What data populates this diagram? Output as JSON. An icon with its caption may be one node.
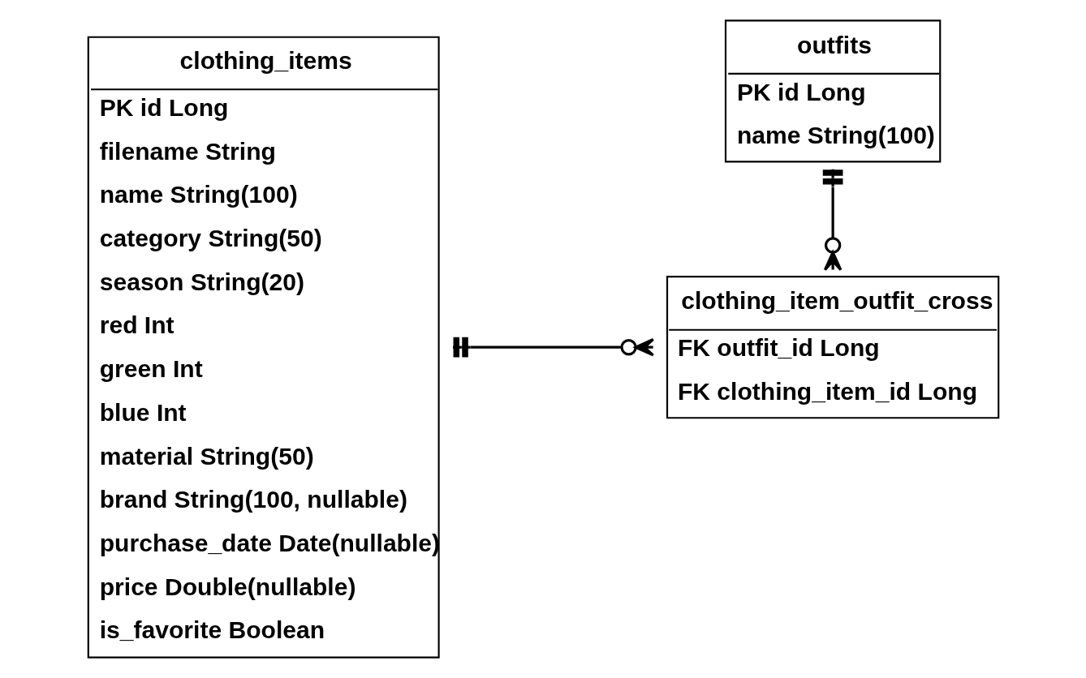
{
  "diagram": {
    "nodes": [
      {
        "text": [
          "clothing_items",
          "PK id Long",
          "filename String",
          "name String(100)",
          "category String(50)",
          "season String(20)",
          "red Int",
          "green Int",
          "blue Int",
          "material String(50)",
          "brand String(100, nullable)",
          "purchase_date Date(nullable)",
          "price Double(nullable)",
          "is_favorite Boolean"
        ]
      },
      {
        "text": [
          "outfits",
          "PK id Long",
          "name String(100)"
        ]
      },
      {
        "text": [
          "clothing_item_outfit_cross",
          "FK outfit_id Long",
          "FK clothing_item_id Long"
        ]
      }
    ],
    "edges": [
      {
        "from": 0,
        "to": 2,
        "arrow": "other"
      },
      {
        "from": 1,
        "to": 2,
        "arrow": "other"
      }
    ]
  }
}
